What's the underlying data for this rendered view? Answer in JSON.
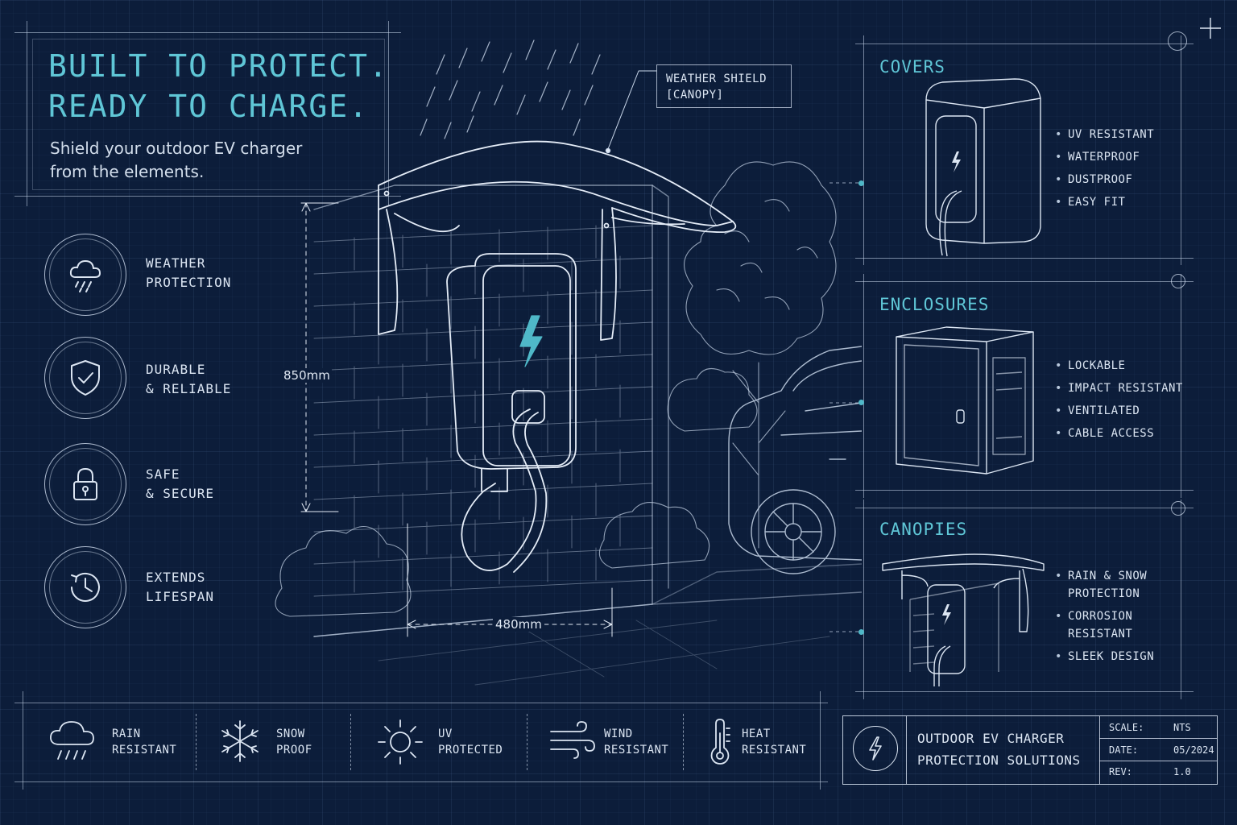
{
  "header": {
    "title_line1": "BUILT TO PROTECT.",
    "title_line2": "READY TO CHARGE.",
    "subtitle_line1": "Shield your outdoor EV charger",
    "subtitle_line2": "from the elements."
  },
  "features": [
    {
      "icon": "cloud-rain-icon",
      "line1": "WEATHER",
      "line2": "PROTECTION"
    },
    {
      "icon": "shield-check-icon",
      "line1": "DURABLE",
      "line2": "& RELIABLE"
    },
    {
      "icon": "padlock-icon",
      "line1": "SAFE",
      "line2": "& SECURE"
    },
    {
      "icon": "clock-icon",
      "line1": "EXTENDS",
      "line2": "LIFESPAN"
    }
  ],
  "illustration": {
    "callout_line1": "WEATHER SHIELD",
    "callout_line2": "[CANOPY]",
    "height_dimension": "850mm",
    "width_dimension": "480mm"
  },
  "panels": [
    {
      "title": "COVERS",
      "bullets": [
        "UV RESISTANT",
        "WATERPROOF",
        "DUSTPROOF",
        "EASY FIT"
      ]
    },
    {
      "title": "ENCLOSURES",
      "bullets": [
        "LOCKABLE",
        "IMPACT RESISTANT",
        "VENTILATED",
        "CABLE ACCESS"
      ]
    },
    {
      "title": "CANOPIES",
      "bullets": [
        [
          "RAIN & SNOW",
          "PROTECTION"
        ],
        [
          "CORROSION",
          "RESISTANT"
        ],
        [
          "SLEEK DESIGN"
        ]
      ]
    }
  ],
  "bottom_bar": [
    {
      "icon": "rain-cloud-icon",
      "line1": "RAIN",
      "line2": "RESISTANT"
    },
    {
      "icon": "snowflake-icon",
      "line1": "SNOW",
      "line2": "PROOF"
    },
    {
      "icon": "sun-icon",
      "line1": "UV",
      "line2": "PROTECTED"
    },
    {
      "icon": "wind-icon",
      "line1": "WIND",
      "line2": "RESISTANT"
    },
    {
      "icon": "thermometer-icon",
      "line1": "HEAT",
      "line2": "RESISTANT"
    }
  ],
  "title_block": {
    "name_line1": "OUTDOOR EV CHARGER",
    "name_line2": "PROTECTION SOLUTIONS",
    "scale_label": "SCALE:",
    "scale_value": "NTS",
    "date_label": "DATE:",
    "date_value": "05/2024",
    "rev_label": "REV:",
    "rev_value": "1.0"
  },
  "colors": {
    "background": "#0c1d3a",
    "accent": "#5fc6d6",
    "line": "#d7e3f3"
  }
}
